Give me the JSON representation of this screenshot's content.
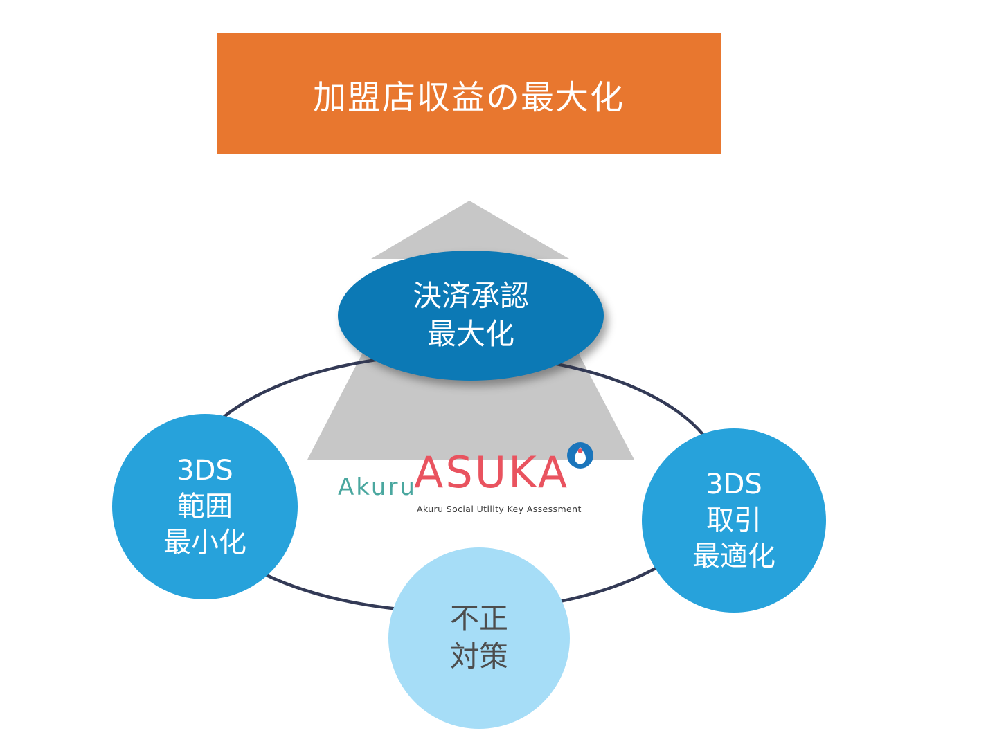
{
  "banner": {
    "label": "加盟店収益の最大化"
  },
  "nodes": {
    "top": {
      "lines": [
        "決済承認",
        "最大化"
      ]
    },
    "left": {
      "lines": [
        "3DS",
        "範囲",
        "最小化"
      ]
    },
    "right": {
      "lines": [
        "3DS",
        "取引",
        "最適化"
      ]
    },
    "bottom": {
      "lines": [
        "不正",
        "対策"
      ]
    }
  },
  "logo": {
    "brand": "Akuru",
    "name": "ASUKA",
    "tagline": "Akuru Social Utility Key Assessment"
  },
  "colors": {
    "banner_bg": "#E8772F",
    "node_top_bg": "#0C79B5",
    "node_side_bg": "#27A2DB",
    "node_bottom_bg": "#A6DDF7",
    "ring_stroke": "#333A56",
    "arrow_fill": "#C7C7C7",
    "brand_color": "#4AA79F",
    "logo_name_color": "#E9535F"
  }
}
